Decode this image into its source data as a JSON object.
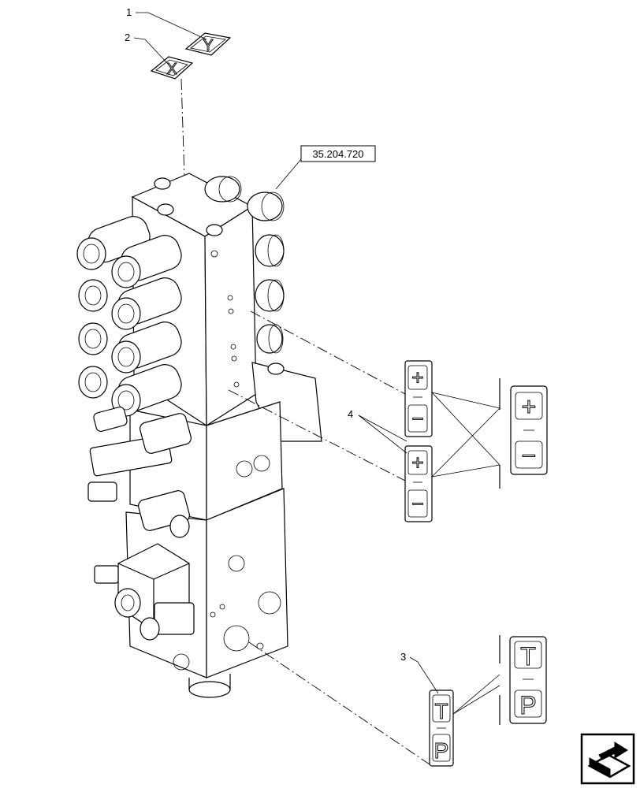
{
  "callouts": {
    "c1": "1",
    "c2": "2",
    "c3": "3",
    "c4": "4"
  },
  "reference": "35.204.720",
  "labels": {
    "y": "Y",
    "x": "X",
    "t": "T",
    "p": "P",
    "plus": "+",
    "minus": "−"
  },
  "icons": {
    "nav": "arrow-box-icon"
  }
}
